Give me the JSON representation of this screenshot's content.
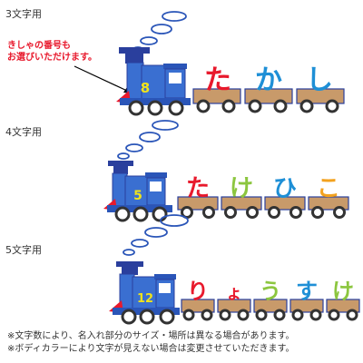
{
  "sections": [
    {
      "label": "3文字用",
      "number": "8",
      "chars": [
        "た",
        "か",
        "し"
      ],
      "char_colors": [
        "#e8192c",
        "#1e8fd6",
        "#1e8fd6"
      ]
    },
    {
      "label": "4文字用",
      "number": "5",
      "chars": [
        "た",
        "け",
        "ひ",
        "こ"
      ],
      "char_colors": [
        "#e8192c",
        "#8cc63f",
        "#1e8fd6",
        "#f3a21f"
      ]
    },
    {
      "label": "5文字用",
      "number": "12",
      "chars": [
        "り",
        "ょ",
        "う",
        "す",
        "け"
      ],
      "char_colors": [
        "#e8192c",
        "#e8192c",
        "#8cc63f",
        "#1e8fd6",
        "#8cc63f"
      ]
    }
  ],
  "annotation": {
    "line1": "きしゃの番号も",
    "line2": "お選びいただけます。"
  },
  "notes": [
    "※文字数により、名入れ部分のサイズ・場所は異なる場合があります。",
    "※ボディカラーにより文字が見えない場合は変更させていただきます。"
  ],
  "colors": {
    "body": "#3a6fd1",
    "roof": "#2a55b8",
    "wheel": "#333333",
    "wagon": "#c89a6a",
    "number_text": "#f0e31a",
    "pipe": "#2a3f9d",
    "arrow": "#000000"
  }
}
